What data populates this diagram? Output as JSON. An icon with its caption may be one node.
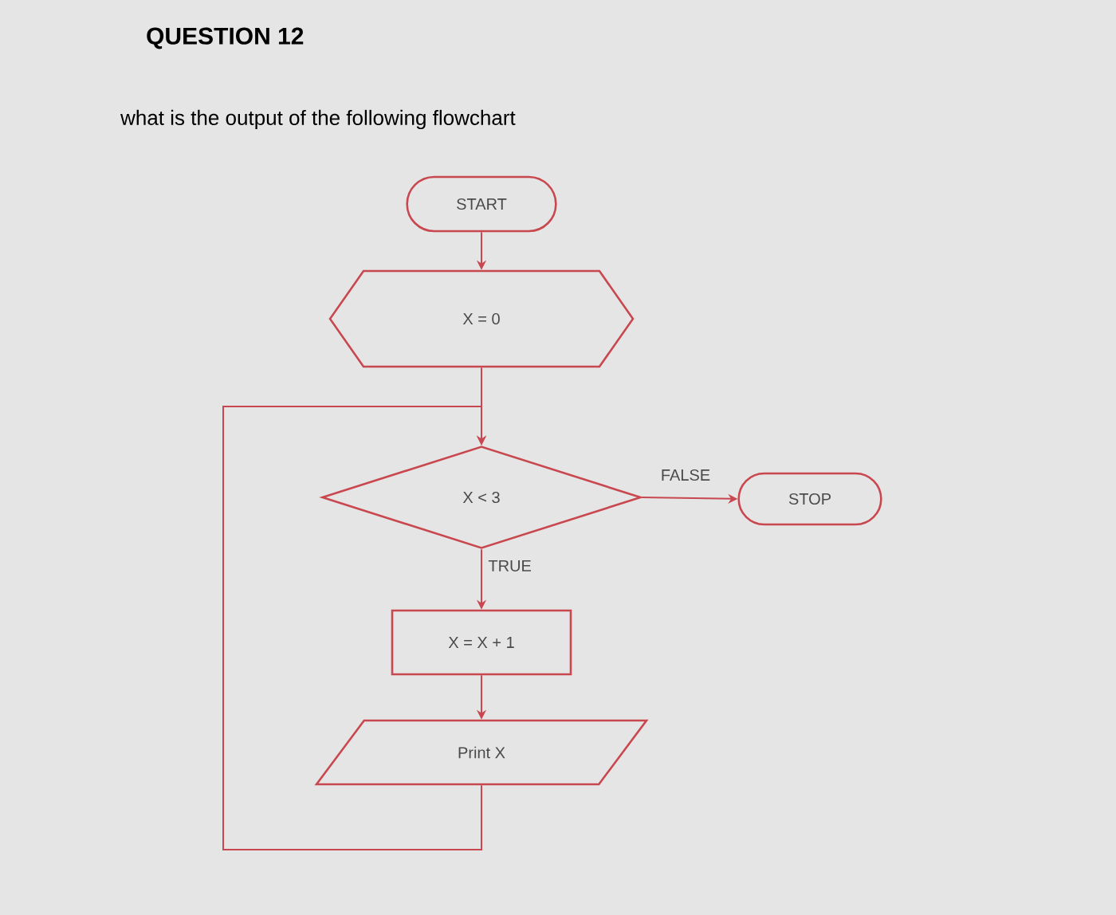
{
  "diagram": {
    "title": "QUESTION 12",
    "nodes": [
      {
        "text": [
          "START"
        ]
      },
      {
        "text": [
          "X = 0"
        ]
      },
      {
        "text": [
          "X < 3"
        ]
      },
      {
        "text": [
          "X = X + 1"
        ]
      },
      {
        "text": [
          "Print X"
        ]
      },
      {
        "text": [
          "STOP"
        ]
      }
    ],
    "edges": [
      {
        "from": 0,
        "to": 1,
        "arrow": "to"
      },
      {
        "from": 1,
        "to": 2,
        "arrow": "to"
      },
      {
        "from": 2,
        "to": 3,
        "arrow": "to",
        "label": "TRUE"
      },
      {
        "from": 2,
        "to": 5,
        "arrow": "to",
        "label": "FALSE"
      },
      {
        "from": 3,
        "to": 4,
        "arrow": "to"
      },
      {
        "from": 4,
        "to": 2,
        "arrow": "to"
      }
    ],
    "labels": [
      "what is the output of the following flowchart"
    ]
  }
}
